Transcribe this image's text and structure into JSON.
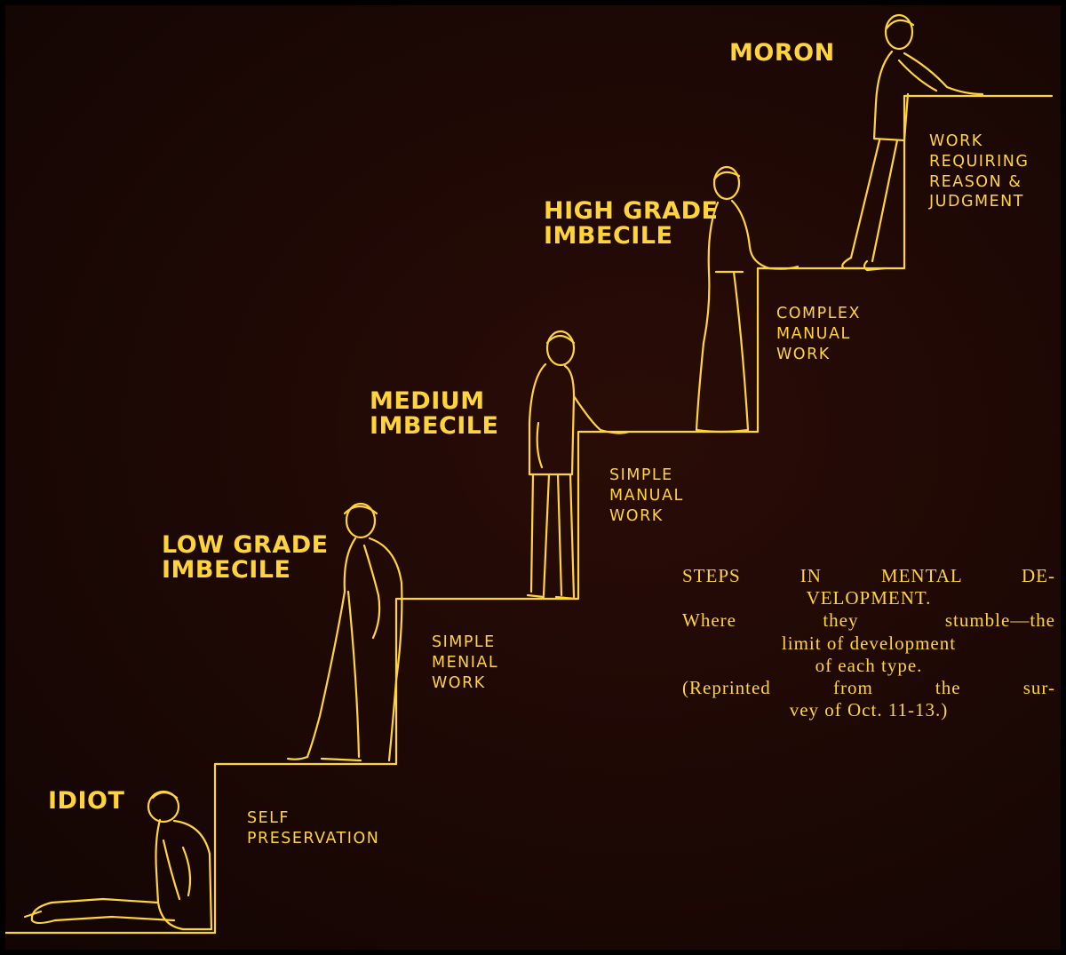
{
  "stages": [
    {
      "name": "IDIOT",
      "work": [
        "SELF",
        "PRESERVATION"
      ]
    },
    {
      "name": [
        "LOW GRADE",
        "IMBECILE"
      ],
      "work": [
        "SIMPLE",
        "MENIAL",
        "WORK"
      ]
    },
    {
      "name": [
        "MEDIUM",
        "IMBECILE"
      ],
      "work": [
        "SIMPLE",
        "MANUAL",
        "WORK"
      ]
    },
    {
      "name": [
        "HIGH GRADE",
        "IMBECILE"
      ],
      "work": [
        "COMPLEX",
        "MANUAL",
        "WORK"
      ]
    },
    {
      "name": "MORON",
      "work": [
        "WORK",
        "REQUIRING",
        "REASON &",
        "JUDGMENT"
      ]
    }
  ],
  "caption": {
    "line1": "STEPS IN MENTAL DE-",
    "line2": "VELOPMENT.",
    "line3": "Where they stumble—the",
    "line4": "limit of development",
    "line5": "of each type.",
    "line6": "(Reprinted from the sur-",
    "line7": "vey of Oct. 11-13.)"
  },
  "colors": {
    "ink": "#ffd43a",
    "background": "#1c0805",
    "border": "#000000"
  }
}
